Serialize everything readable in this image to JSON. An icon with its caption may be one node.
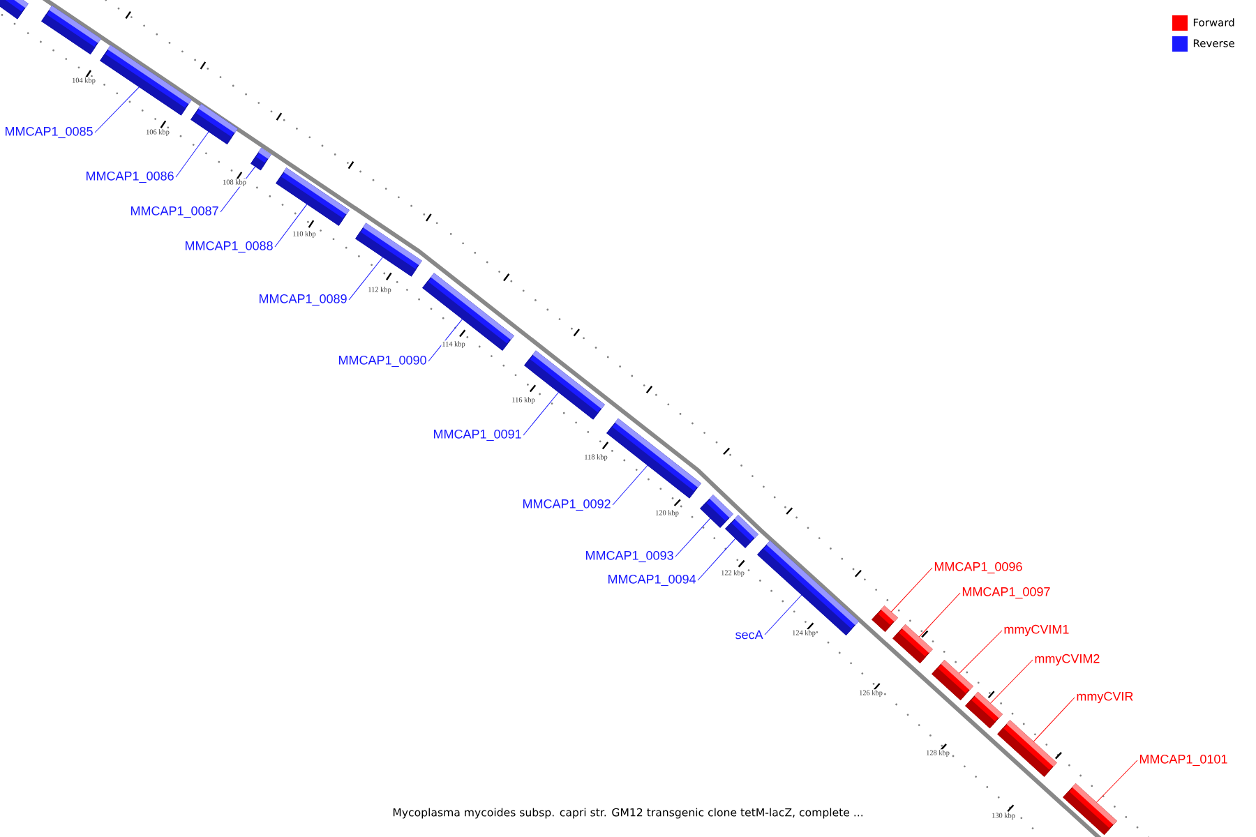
{
  "diagram": {
    "caption": "Mycoplasma mycoides subsp. capri str. GM12 transgenic clone tetM-lacZ, complete ...",
    "nodes": [
      {
        "text": [],
        "shape": "bar"
      },
      {
        "text": [],
        "shape": "bar"
      },
      {
        "text": [],
        "shape": "bar"
      },
      {
        "text": [],
        "shape": "bar"
      },
      {
        "text": [],
        "shape": "bar"
      },
      {
        "text": [],
        "shape": "bar"
      },
      {
        "text": [],
        "shape": "bar"
      },
      {
        "text": [],
        "shape": "bar"
      },
      {
        "text": [],
        "shape": "bar"
      },
      {
        "text": [],
        "shape": "bar"
      },
      {
        "text": [],
        "shape": "bar"
      },
      {
        "text": [],
        "shape": "bar"
      },
      {
        "text": [],
        "shape": "bar"
      },
      {
        "text": [],
        "shape": "bar"
      },
      {
        "text": [],
        "shape": "bar"
      },
      {
        "text": [],
        "shape": "bar"
      },
      {
        "text": [],
        "shape": "bar"
      },
      {
        "text": [],
        "shape": "bar"
      },
      {
        "text": [],
        "shape": "bar"
      },
      {
        "text": [
          "MMCAP1_0085"
        ]
      },
      {
        "text": [
          "MMCAP1_0086"
        ]
      },
      {
        "text": [
          "MMCAP1_0087"
        ]
      },
      {
        "text": [
          "MMCAP1_0088"
        ]
      },
      {
        "text": [
          "MMCAP1_0089"
        ]
      },
      {
        "text": [
          "MMCAP1_0090"
        ]
      },
      {
        "text": [
          "MMCAP1_0091"
        ]
      },
      {
        "text": [
          "MMCAP1_0092"
        ]
      },
      {
        "text": [
          "MMCAP1_0093"
        ]
      },
      {
        "text": [
          "MMCAP1_0094"
        ]
      },
      {
        "text": [
          "secA"
        ]
      },
      {
        "text": [
          "MMCAP1_0096"
        ]
      },
      {
        "text": [
          "MMCAP1_0097"
        ]
      },
      {
        "text": [
          "mmyCVIM1"
        ]
      },
      {
        "text": [
          "mmyCVIM2"
        ]
      },
      {
        "text": [
          "mmyCVIR"
        ]
      },
      {
        "text": [
          "MMCAP1_0101"
        ]
      }
    ],
    "edges": [
      {
        "from": 19,
        "to": 2,
        "arrow": "none"
      },
      {
        "from": 20,
        "to": 3,
        "arrow": "none"
      },
      {
        "from": 21,
        "to": 4,
        "arrow": "none"
      },
      {
        "from": 22,
        "to": 5,
        "arrow": "none"
      },
      {
        "from": 23,
        "to": 6,
        "arrow": "none"
      },
      {
        "from": 24,
        "to": 7,
        "arrow": "none"
      },
      {
        "from": 25,
        "to": 8,
        "arrow": "none"
      },
      {
        "from": 26,
        "to": 9,
        "arrow": "none"
      },
      {
        "from": 27,
        "to": 10,
        "arrow": "none"
      },
      {
        "from": 28,
        "to": 11,
        "arrow": "none"
      },
      {
        "from": 29,
        "to": 12,
        "arrow": "none"
      },
      {
        "from": 30,
        "to": 13,
        "arrow": "none",
        "color": "#ff0000"
      },
      {
        "from": 31,
        "to": 14,
        "arrow": "none",
        "color": "#ff0000"
      },
      {
        "from": 32,
        "to": 15,
        "arrow": "none",
        "color": "#ff0000"
      },
      {
        "from": 33,
        "to": 16,
        "arrow": "none",
        "color": "#ff0000"
      },
      {
        "from": 34,
        "to": 17,
        "arrow": "none",
        "color": "#ff0000"
      },
      {
        "from": 35,
        "to": 18,
        "arrow": "none",
        "color": "#ff0000"
      }
    ],
    "labels": [
      "104 kbp",
      "106 kbp",
      "108 kbp",
      "110 kbp",
      "112 kbp",
      "114 kbp",
      "116 kbp",
      "118 kbp",
      "120 kbp",
      "122 kbp",
      "124 kbp",
      "126 kbp",
      "128 kbp",
      "130 kbp"
    ],
    "legend": [
      {
        "text": "Forward",
        "color": "#ff0000"
      },
      {
        "text": "Reverse",
        "color": "#1a1aff"
      }
    ]
  }
}
